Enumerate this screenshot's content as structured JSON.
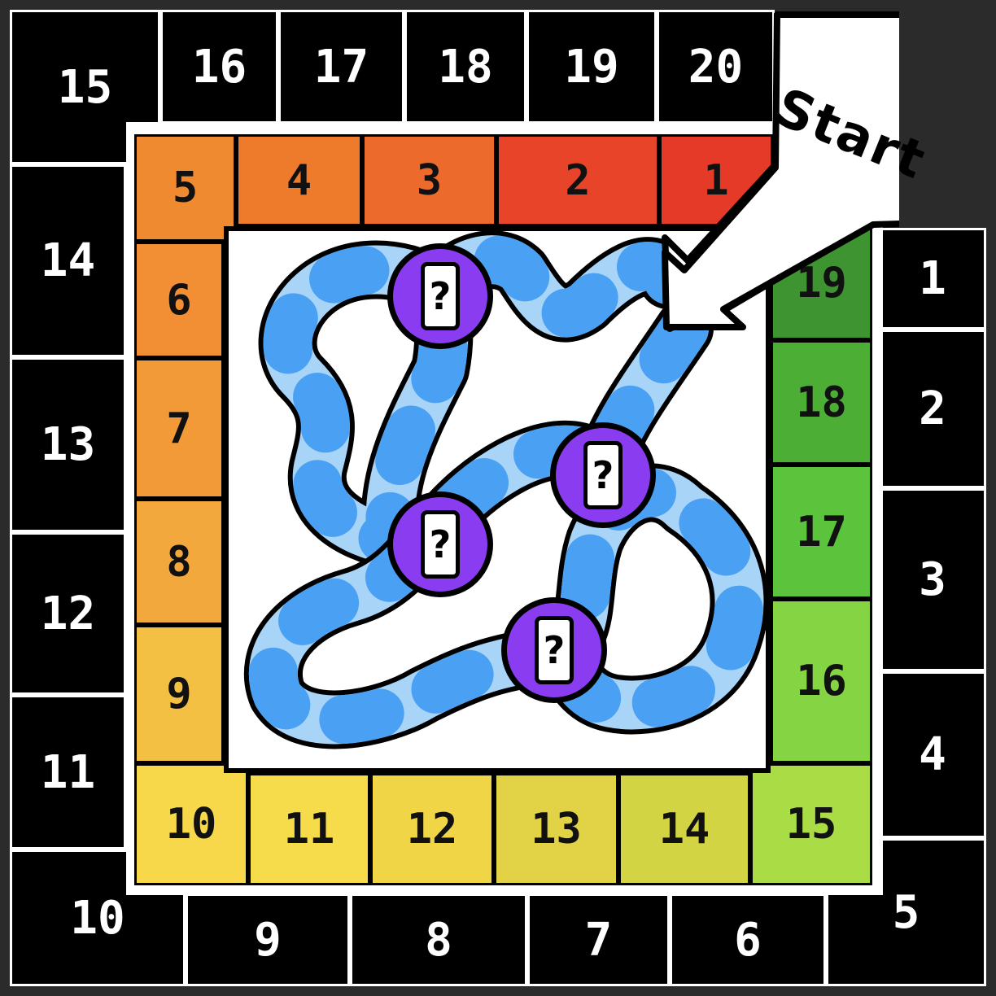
{
  "outer_track": {
    "top": [
      "15",
      "16",
      "17",
      "18",
      "19",
      "20"
    ],
    "right": [
      "1",
      "2",
      "3",
      "4",
      "5"
    ],
    "bottom": [
      "10",
      "9",
      "8",
      "7",
      "6"
    ],
    "left": [
      "14",
      "13",
      "12",
      "11"
    ]
  },
  "inner_track": {
    "top": [
      "5",
      "4",
      "3",
      "2",
      "1"
    ],
    "right": [
      "19",
      "18",
      "17",
      "16",
      "15"
    ],
    "bottom": [
      "10",
      "11",
      "12",
      "13",
      "14"
    ],
    "left": [
      "6",
      "7",
      "8",
      "9"
    ]
  },
  "start_label": "Start",
  "mystery_spaces": [
    {
      "icon": "phone-question-icon",
      "glyph": "?"
    },
    {
      "icon": "phone-question-icon",
      "glyph": "?"
    },
    {
      "icon": "phone-question-icon",
      "glyph": "?"
    },
    {
      "icon": "phone-question-icon",
      "glyph": "?"
    }
  ],
  "colors": {
    "outer_track": "#000000",
    "path_light": "#a8d4f8",
    "path_dark": "#4aa0f2",
    "mystery_space": "#8a3df0",
    "inner_red": "#e8402a",
    "inner_orange": "#f08a30",
    "inner_yellow": "#f6d84a",
    "inner_green": "#58c440"
  }
}
